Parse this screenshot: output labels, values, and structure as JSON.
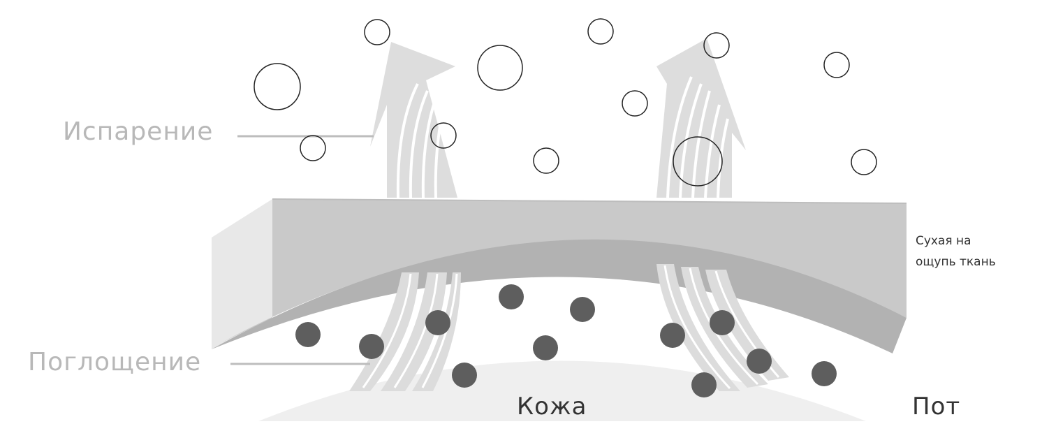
{
  "labels": {
    "evaporation": "Испарение",
    "absorption": "Поглощение",
    "skin": "Кожа",
    "sweat": "Пот",
    "fabric_line1": "Сухая на",
    "fabric_line2": "ощупь ткань"
  },
  "colors": {
    "label_light": "#b8b8b8",
    "label_dark": "#333333",
    "fabric_top": "#c8c8c8",
    "fabric_inner": "#b4b4b4",
    "fabric_side": "#e8e8e8",
    "skin": "#efefef",
    "arrow": "#dcdcdc",
    "sweat_drop": "#5e5e5e",
    "vapor_outline": "#222222"
  },
  "icons": {
    "vapor": "vapor-bubble-icon",
    "sweat": "sweat-drop-icon",
    "arrow": "evaporation-arrow-icon"
  }
}
